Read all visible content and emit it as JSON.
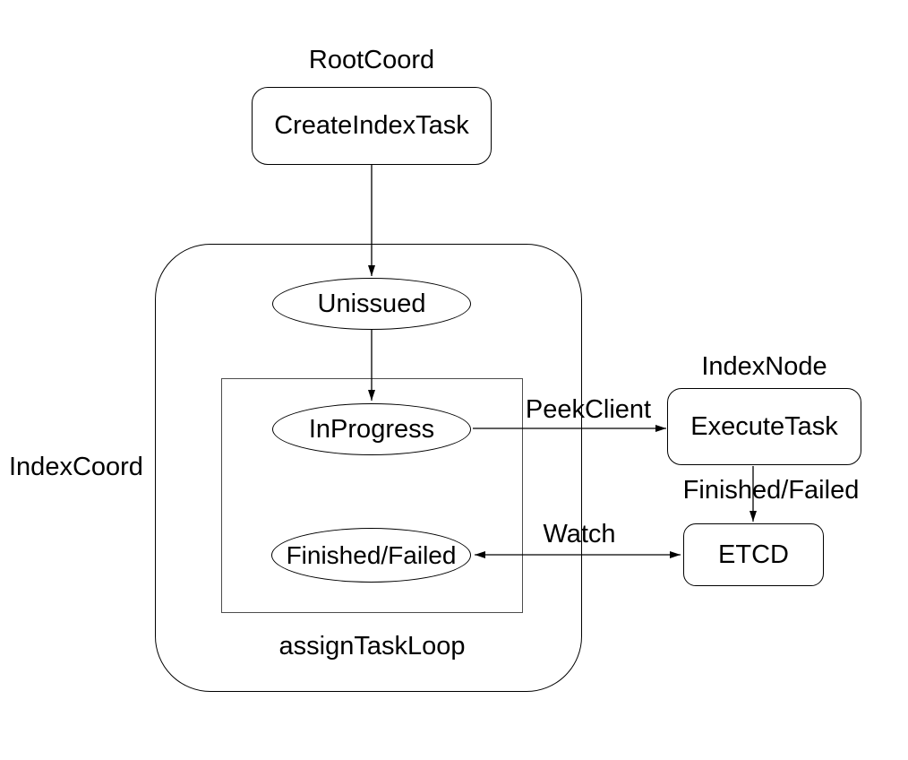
{
  "diagram": {
    "group_labels": {
      "root_coord": "RootCoord",
      "index_coord": "IndexCoord",
      "index_node": "IndexNode",
      "assign_task_loop": "assignTaskLoop"
    },
    "nodes": {
      "create_index_task": "CreateIndexTask",
      "unissued": "Unissued",
      "in_progress": "InProgress",
      "finished_failed": "Finished/Failed",
      "execute_task": "ExecuteTask",
      "etcd": "ETCD"
    },
    "edge_labels": {
      "peek_client": "PeekClient",
      "finished_failed": "Finished/Failed",
      "watch": "Watch"
    },
    "edges": [
      {
        "from": "create_index_task",
        "to": "unissued",
        "label": ""
      },
      {
        "from": "unissued",
        "to": "in_progress",
        "label": ""
      },
      {
        "from": "in_progress",
        "to": "execute_task",
        "label": "PeekClient"
      },
      {
        "from": "execute_task",
        "to": "etcd",
        "label": "Finished/Failed"
      },
      {
        "from": "finished_failed",
        "to": "etcd",
        "label": "Watch",
        "bidirectional": true
      }
    ],
    "colors": {
      "stroke": "#000000",
      "inner_loop_stroke": "#4d4d4d",
      "background": "#ffffff",
      "text": "#000000"
    }
  }
}
